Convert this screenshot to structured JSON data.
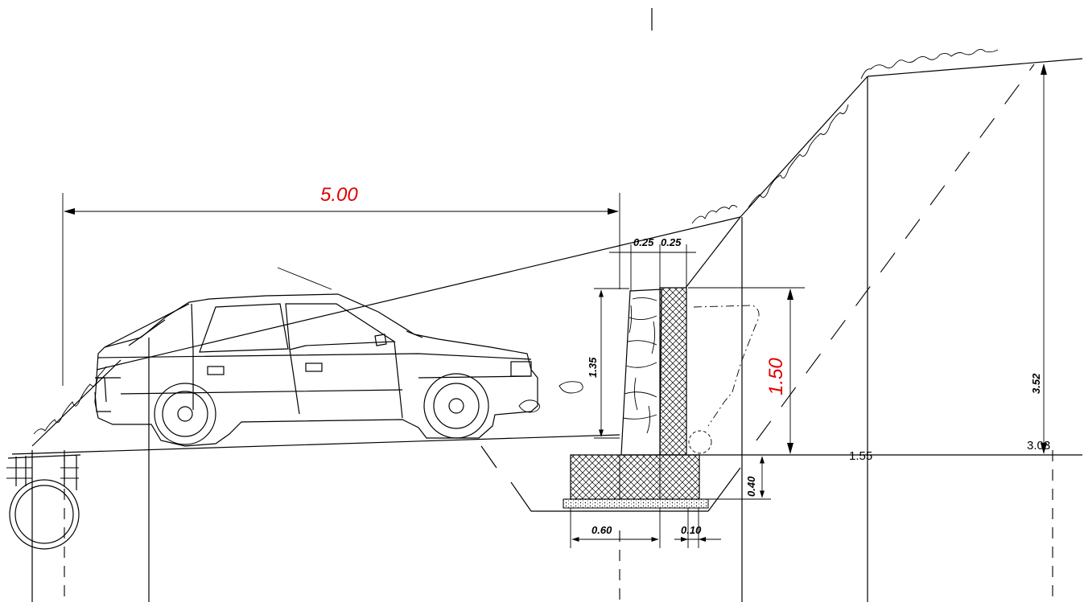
{
  "dimensions": {
    "road_width": "5.00",
    "wall_height": "1.50",
    "stem_top_a": "0.25",
    "stem_top_b": "0.25",
    "stem_height": "1.35",
    "footing_thickness": "0.40",
    "footing_width": "0.60",
    "toe_offset": "0.10",
    "slope_height": "3.52"
  },
  "levels": {
    "level_a": "1.55",
    "level_b": "3.03"
  },
  "colors": {
    "line": "#000000",
    "highlight_dimension": "#e00000"
  }
}
